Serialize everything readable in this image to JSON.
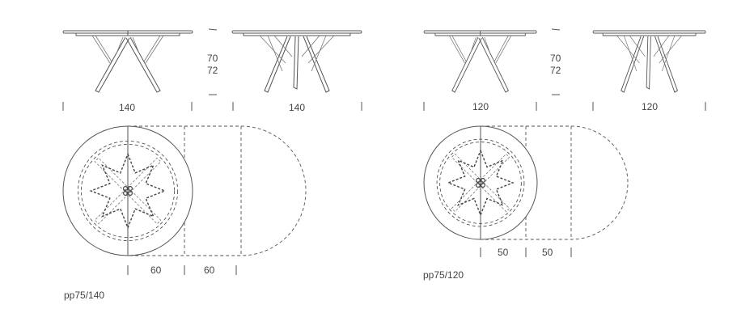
{
  "tables": [
    {
      "model": "pp75/140",
      "diameter": "140",
      "heights": [
        "70",
        "72"
      ],
      "extensions": [
        "60",
        "60"
      ]
    },
    {
      "model": "pp75/120",
      "diameter": "120",
      "heights": [
        "70",
        "72"
      ],
      "extensions": [
        "50",
        "50"
      ]
    }
  ]
}
